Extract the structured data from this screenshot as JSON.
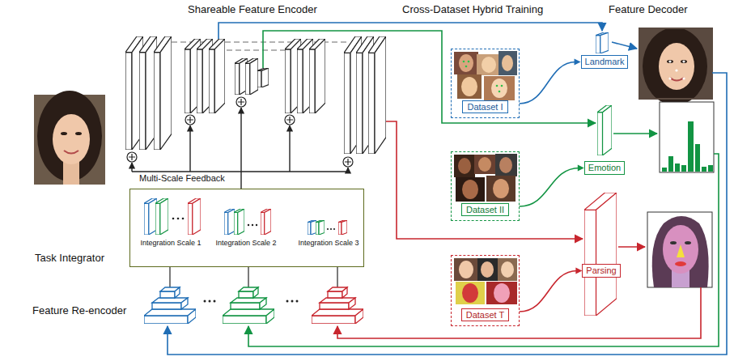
{
  "diagram": {
    "nodes": [
      {
        "text": [
          "Task Integrator",
          "Integration Scale 1",
          "Integration Scale 2",
          "Integration Scale 3"
        ]
      },
      {
        "text": [
          "Dataset I"
        ]
      },
      {
        "text": [
          "Landmark"
        ]
      },
      {
        "text": [
          "Dataset II"
        ]
      },
      {
        "text": [
          "Emotion"
        ]
      },
      {
        "text": [
          "Dataset T"
        ]
      },
      {
        "text": [
          "Parsing"
        ]
      }
    ],
    "edges": [
      {
        "from": 1,
        "to": 2,
        "arrow": "to"
      },
      {
        "from": 3,
        "to": 4,
        "arrow": "to"
      },
      {
        "from": 5,
        "to": 6,
        "arrow": "to"
      }
    ],
    "labels": [
      "Shareable Feature Encoder",
      "Cross-Dataset Hybrid Training",
      "Feature Decoder",
      "Multi-Scale Feedback",
      "Feature Re-encoder"
    ]
  }
}
